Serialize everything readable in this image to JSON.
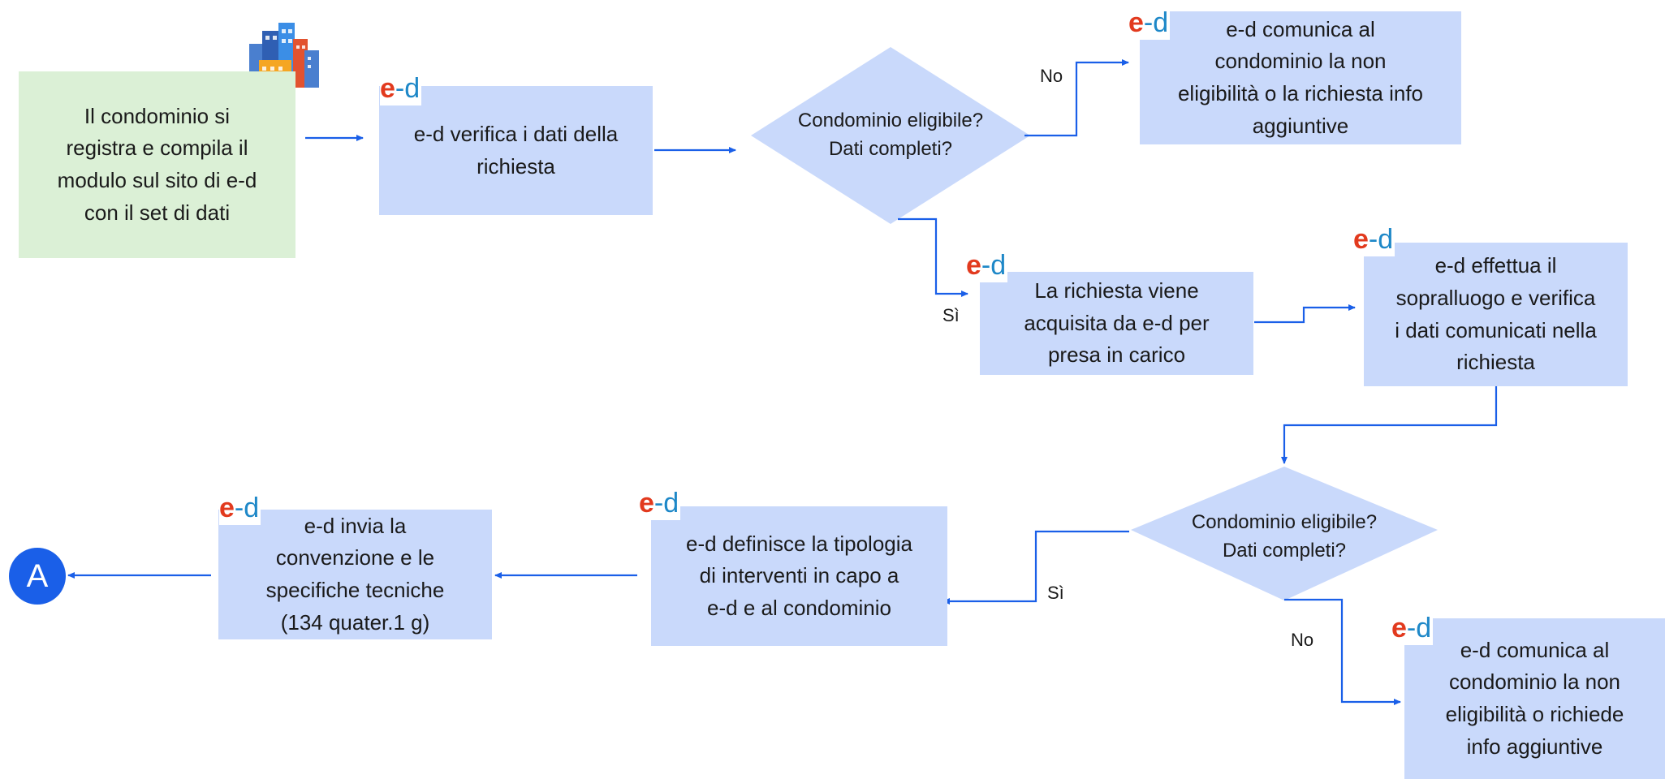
{
  "nodes": {
    "start": "Il condominio si\nregistra e compila il\nmodulo sul sito di e-d\ncon il set di dati",
    "verify_request": "e-d verifica i dati della\nrichiesta",
    "decision_1": "Condominio eligibile?\nDati completi?",
    "not_eligible_1": "e-d comunica al\ncondominio la non\neligibilità o la richiesta info\naggiuntive",
    "acquired": "La richiesta viene\nacquisita da e-d  per\npresa in carico",
    "inspection": "e-d effettua il\nsopralluogo e verifica\ni dati comunicati nella\nrichiesta",
    "decision_2": "Condominio eligibile?\nDati completi?",
    "not_eligible_2": "e-d comunica al\ncondominio la non\neligibilità o richiede\ninfo aggiuntive",
    "define_interventions": "e-d definisce la tipologia\ndi interventi in capo a\ne-d e al condominio",
    "send_agreement": "e-d invia la\nconvenzione e le\nspecifiche tecniche\n(134 quater.1 g)",
    "connector": "A"
  },
  "edge_labels": {
    "no_1": "No",
    "yes_1": "Sì",
    "yes_2": "Sì",
    "no_2": "No"
  },
  "logo": {
    "e": "e",
    "dash_d": "-d"
  },
  "icons": {
    "buildings": "city-buildings-icon"
  },
  "colors": {
    "process_fill": "#c9d9fb",
    "start_fill": "#dbf0d6",
    "arrow": "#1a5fe8",
    "connector": "#1a5fe8",
    "logo_e": "#e23a1e",
    "logo_d": "#1e88c8"
  }
}
